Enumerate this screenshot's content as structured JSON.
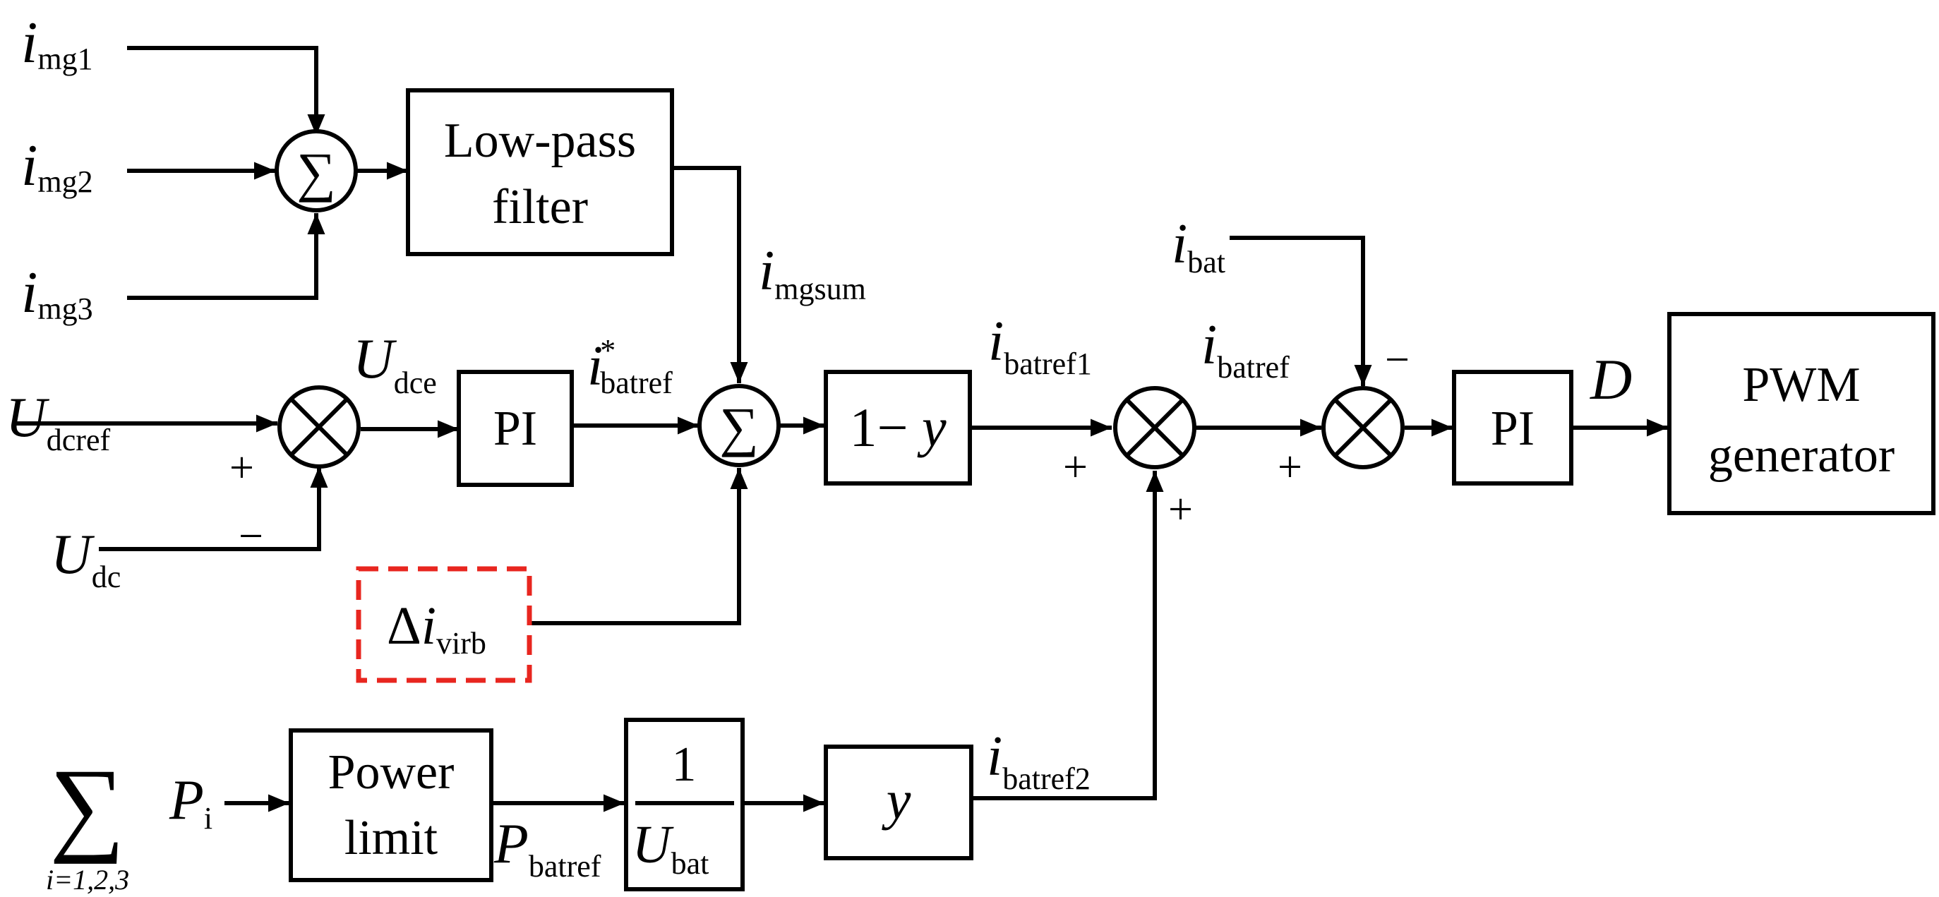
{
  "inputs": {
    "img1": {
      "main": "i",
      "sub": "mg1"
    },
    "img2": {
      "main": "i",
      "sub": "mg2"
    },
    "img3": {
      "main": "i",
      "sub": "mg3"
    },
    "udcref": {
      "main": "U",
      "sub": "dcref"
    },
    "udc": {
      "main": "U",
      "sub": "dc"
    },
    "ibat": {
      "main": "i",
      "sub": "bat"
    },
    "pi_sum": {
      "main": "P",
      "sub": "i"
    },
    "sum_index": "i=1,2,3"
  },
  "signals": {
    "udce": {
      "main": "U",
      "sub": "dce"
    },
    "ibatref_star": {
      "main": "i",
      "sup": "*",
      "sub": "batref"
    },
    "imgsum": {
      "main": "i",
      "sub": "mgsum"
    },
    "ibatref1": {
      "main": "i",
      "sub": "batref1"
    },
    "ibatref": {
      "main": "i",
      "sub": "batref"
    },
    "ibatref2": {
      "main": "i",
      "sub": "batref2"
    },
    "pbatref": {
      "main": "P",
      "sub": "batref"
    },
    "d": "D"
  },
  "blocks": {
    "lowpass": {
      "line1": "Low-pass",
      "line2": "filter"
    },
    "pi1": "PI",
    "one_minus_y": {
      "text": "1− ",
      "var": "y"
    },
    "pi2": "PI",
    "pwm": {
      "line1": "PWM",
      "line2": "generator"
    },
    "power_limit": {
      "line1": "Power",
      "line2": "limit"
    },
    "reciprocal": {
      "num": "1",
      "den_main": "U",
      "den_sub": "bat"
    },
    "y_gain": "y",
    "delta_ivirb": {
      "delta": "Δ",
      "main": "i",
      "sub": "virb"
    }
  },
  "operators": {
    "sum_symbol": "∑"
  },
  "signs": {
    "plus": "+",
    "minus": "−"
  },
  "colors": {
    "line": "#000000",
    "highlight": "#e8261f"
  }
}
